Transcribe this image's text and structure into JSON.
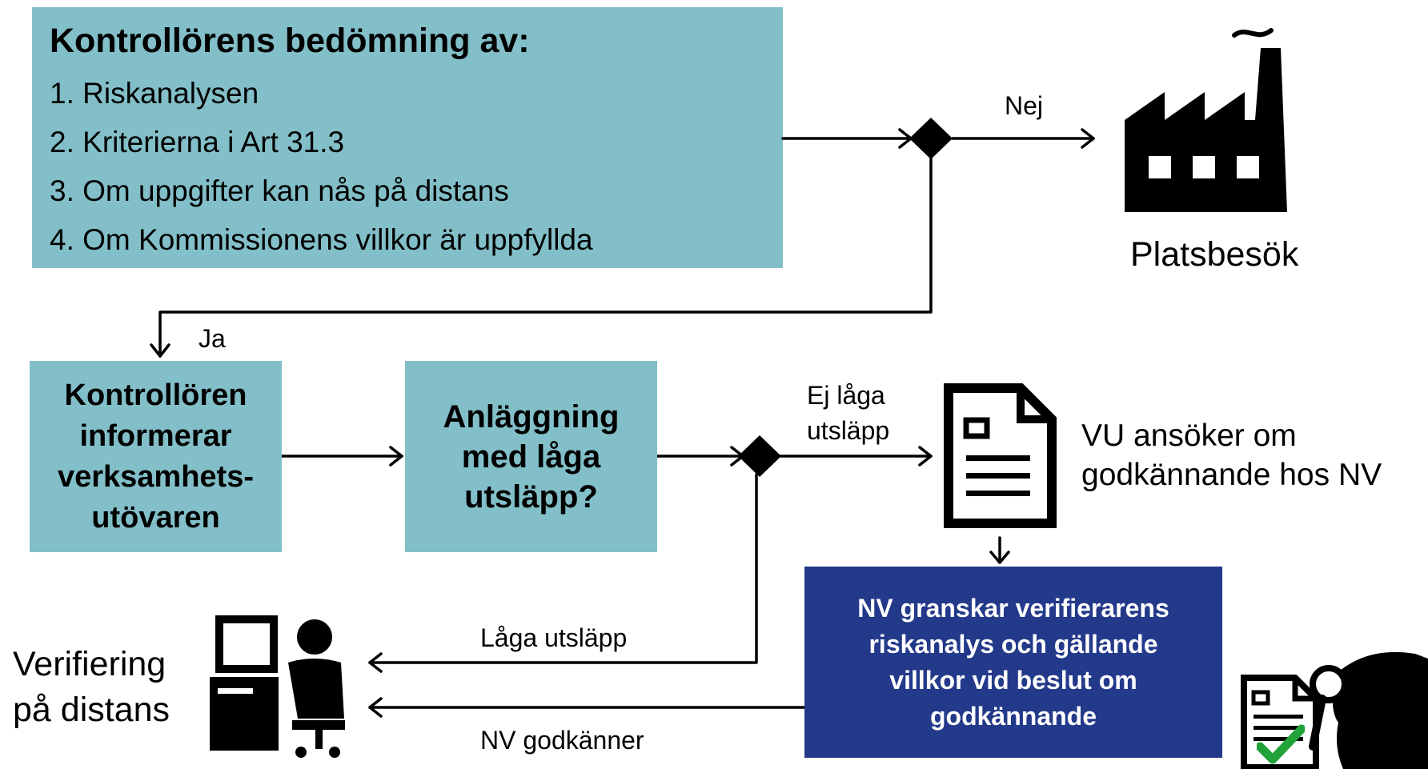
{
  "assessment": {
    "title": "Kontrollörens bedömning av:",
    "items": [
      "1. Riskanalysen",
      "2. Kriterierna i Art 31.3",
      "3. Om uppgifter kan nås på distans",
      "4. Om Kommissionens villkor är uppfyllda"
    ]
  },
  "labels": {
    "nej": "Nej",
    "ja": "Ja",
    "site_visit": "Platsbesök",
    "not_low": [
      "Ej låga",
      "utsläpp"
    ],
    "applies": [
      "VU ansöker om",
      "godkännande hos NV"
    ],
    "low_emissions": "Låga utsläpp",
    "nv_approves": "NV godkänner",
    "remote": [
      "Verifiering",
      "på distans"
    ]
  },
  "boxes": {
    "informs": [
      "Kontrollören",
      "informerar",
      "verksamhets-",
      "utövaren"
    ],
    "low_question": [
      "Anläggning",
      "med låga",
      "utsläpp?"
    ],
    "nv_review": [
      "NV granskar verifierarens",
      "riskanalys och gällande",
      "villkor vid beslut om",
      "godkännande"
    ]
  },
  "icons": {
    "factory": "factory-icon",
    "document": "document-icon",
    "remote_worker": "remote-worker-icon",
    "inspector": "inspector-icon",
    "check": "checkmark-icon"
  },
  "colors": {
    "teal": "#82bfc8",
    "navy": "#23398a",
    "check_green": "#22a33a"
  }
}
